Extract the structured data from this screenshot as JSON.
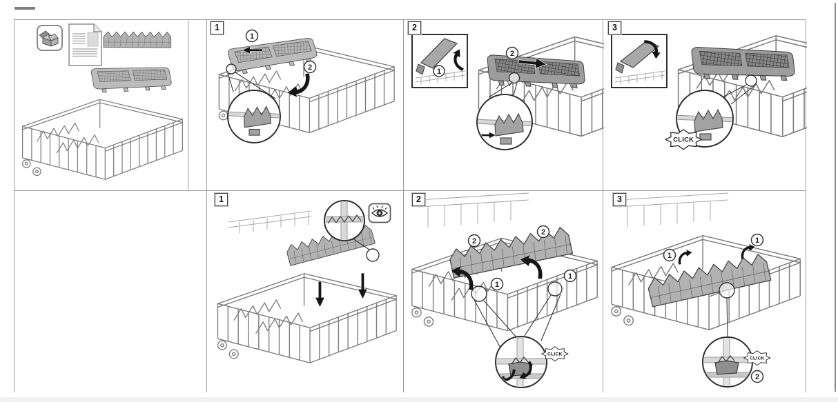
{
  "page": {
    "border_color": "#9b9b9b",
    "bottom_band_color": "#f2f2f2",
    "marker_color": "#7d7d7d",
    "scrollbar_color": "#8c8c8c",
    "line_art_color": "#7c7c7c",
    "part_fill_light": "#b8b8b8",
    "part_fill_dark": "#9d9d9d"
  },
  "panels": {
    "parts": {
      "name": "package-contents",
      "icons": [
        "box-icon",
        "document-icon"
      ],
      "items": [
        "knife-rack",
        "cup-tray",
        "lower-basket"
      ]
    },
    "row1": {
      "step1": {
        "badge": "1",
        "callout_1": "1",
        "callout_2": "2"
      },
      "step2": {
        "badge": "2",
        "inset_callout": "1",
        "callout_2": "2"
      },
      "step3": {
        "badge": "3",
        "click": "CLICK"
      }
    },
    "row2": {
      "step1": {
        "badge": "1"
      },
      "step2": {
        "badge": "2",
        "callout_2a": "2",
        "callout_2b": "2",
        "callout_1a": "1",
        "callout_1b": "1",
        "click": "CLICK"
      },
      "step3": {
        "badge": "3",
        "callout_1a": "1",
        "callout_1b": "1",
        "callout_2": "2",
        "click": "CLICK"
      }
    }
  }
}
